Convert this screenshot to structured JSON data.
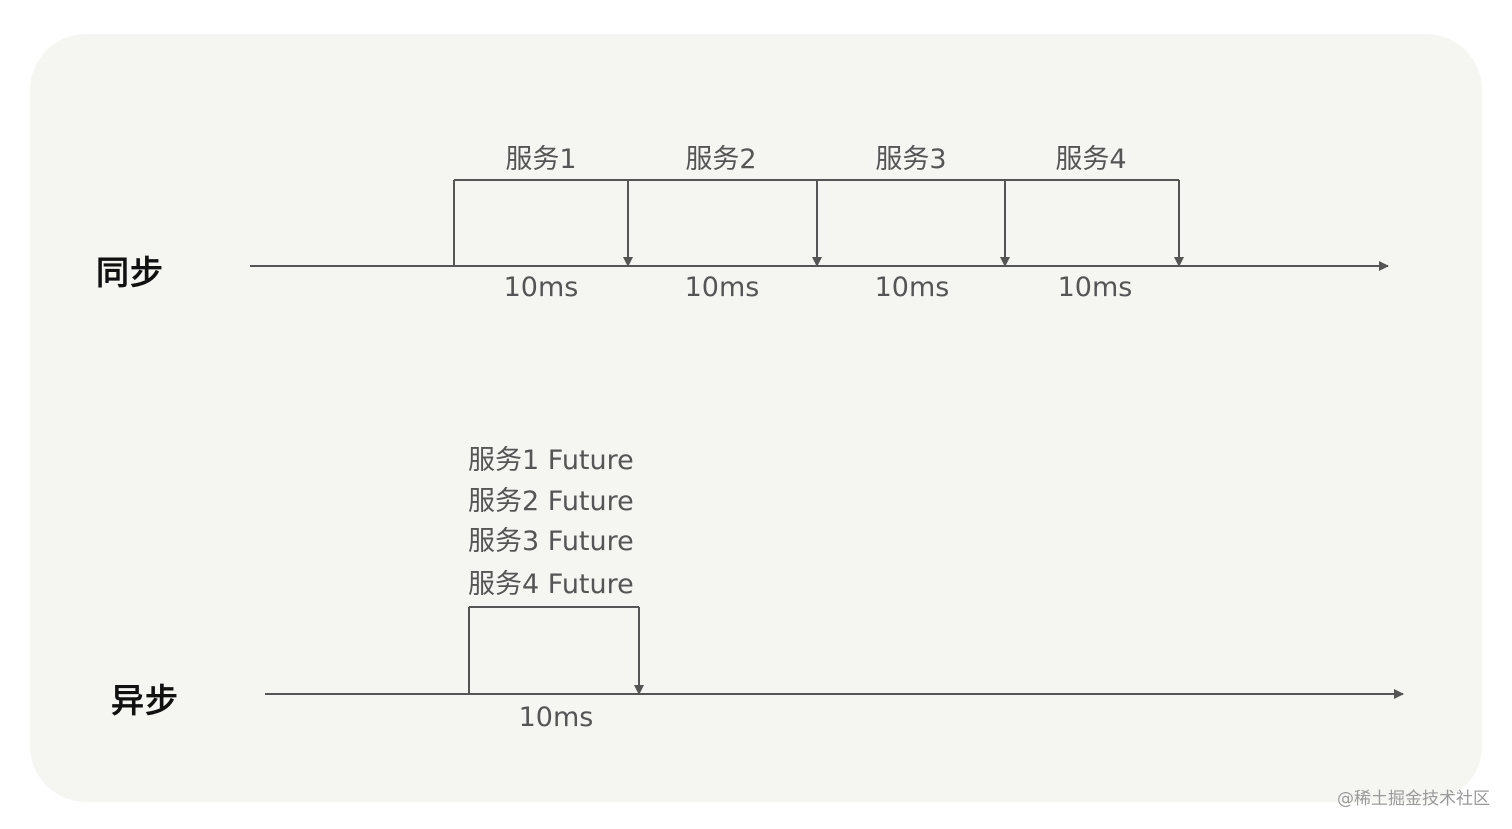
{
  "sync": {
    "label": "同步",
    "services": [
      "服务1",
      "服务2",
      "服务3",
      "服务4"
    ],
    "durations": [
      "10ms",
      "10ms",
      "10ms",
      "10ms"
    ]
  },
  "async": {
    "label": "异步",
    "futures": [
      "服务1 Future",
      "服务2 Future",
      "服务3 Future",
      "服务4 Future"
    ],
    "duration": "10ms"
  },
  "watermark": "@稀土掘金技术社区",
  "colors": {
    "line": "#555555",
    "background": "#f5f5f2",
    "text": "#555555",
    "heading": "#111111"
  }
}
